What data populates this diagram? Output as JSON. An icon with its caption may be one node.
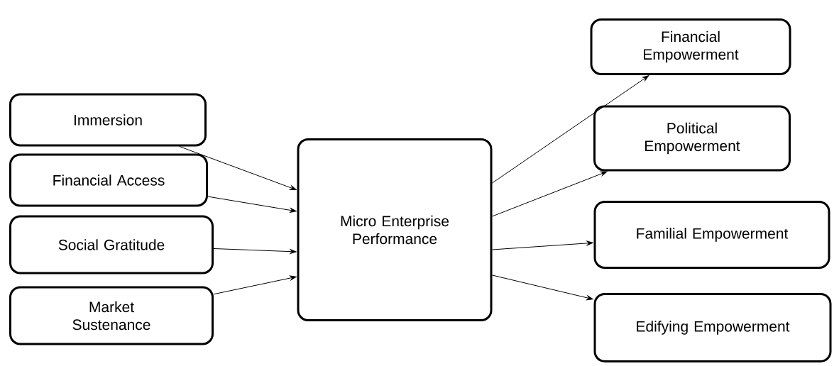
{
  "diagram": {
    "nodes": [
      {
        "text": [
          "Immersion"
        ]
      },
      {
        "text": [
          "Financial Access"
        ]
      },
      {
        "text": [
          "Social Gratitude"
        ]
      },
      {
        "text": [
          "Market Sustenance"
        ]
      },
      {
        "text": [
          "Micro Enterprise Performance"
        ]
      },
      {
        "text": [
          "Financial Empowerment"
        ]
      },
      {
        "text": [
          "Political Empowerment"
        ]
      },
      {
        "text": [
          "Familial Empowerment"
        ]
      },
      {
        "text": [
          "Edifying Empowerment"
        ]
      }
    ],
    "edges": [
      {
        "from": 0,
        "to": 4,
        "arrow": "to"
      },
      {
        "from": 1,
        "to": 4,
        "arrow": "to"
      },
      {
        "from": 2,
        "to": 4,
        "arrow": "to"
      },
      {
        "from": 3,
        "to": 4,
        "arrow": "to"
      },
      {
        "from": 4,
        "to": 5,
        "arrow": "to"
      },
      {
        "from": 4,
        "to": 6,
        "arrow": "to"
      },
      {
        "from": 4,
        "to": 7,
        "arrow": "to"
      },
      {
        "from": 4,
        "to": 8,
        "arrow": "to"
      }
    ]
  }
}
